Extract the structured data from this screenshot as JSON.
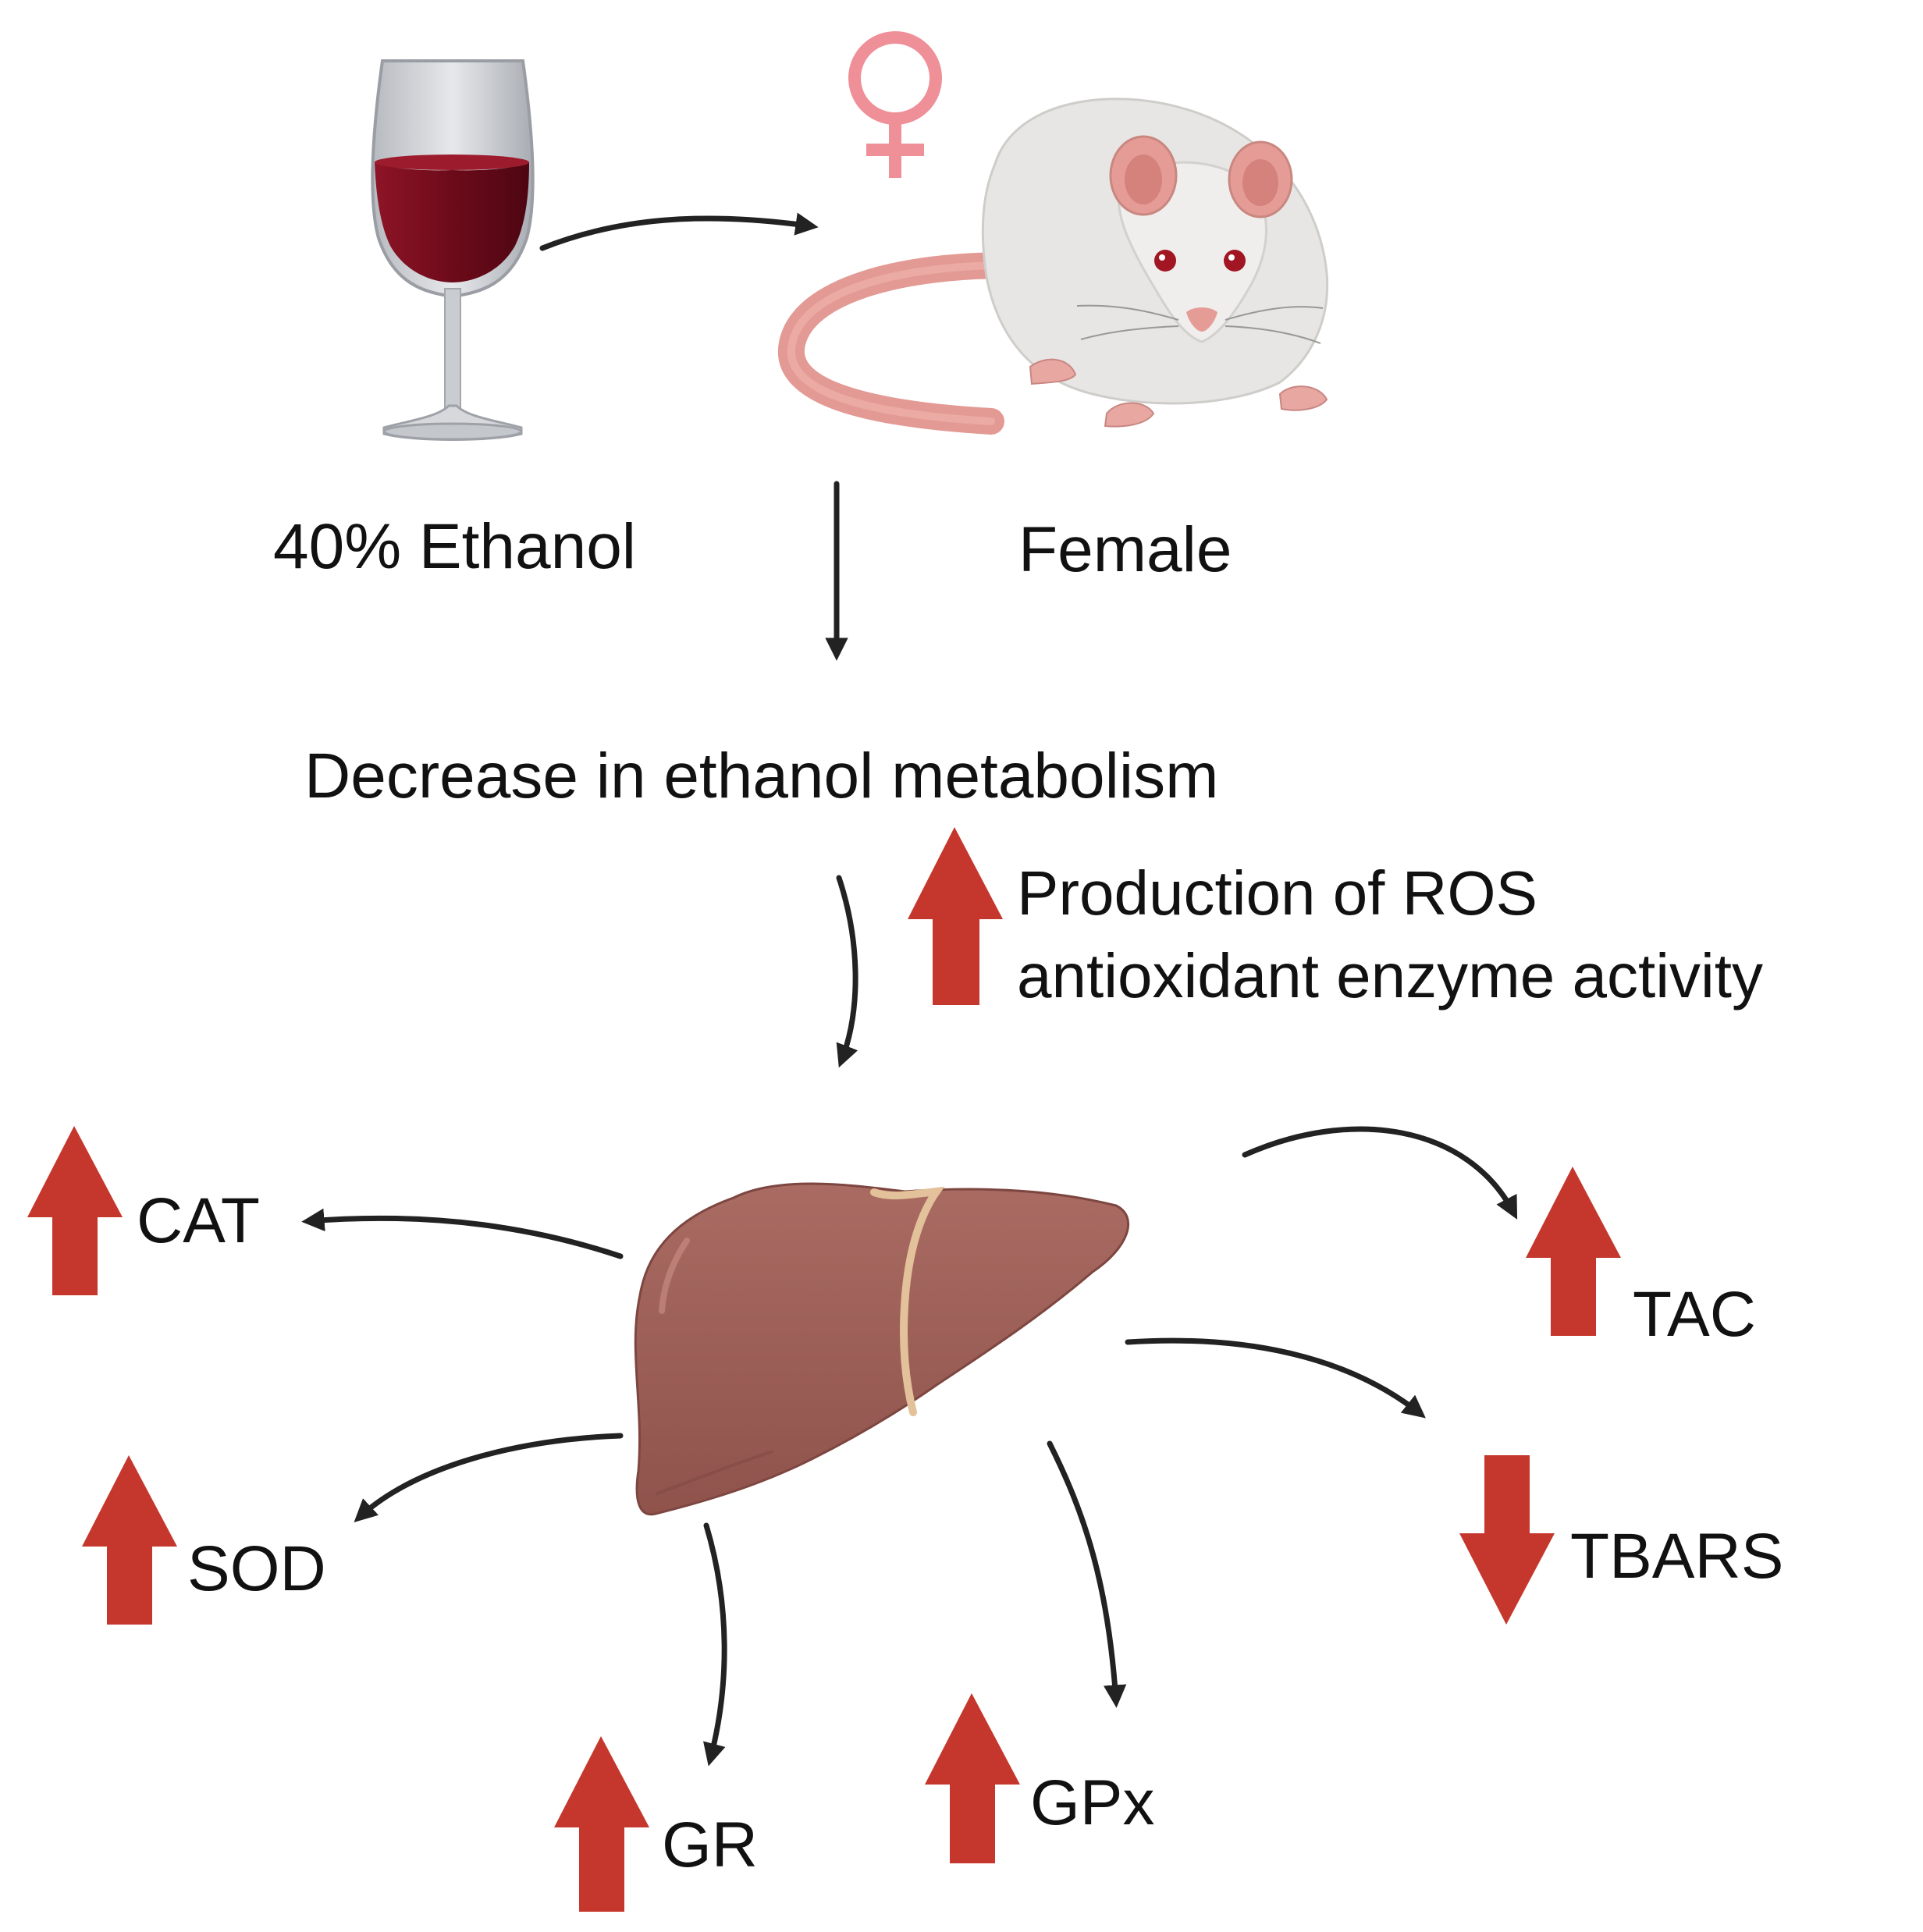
{
  "labels": {
    "ethanol": "40% Ethanol",
    "female": "Female",
    "metabolism": "Decrease in ethanol metabolism",
    "ros_line1": "Production of ROS",
    "ros_line2": "antioxidant enzyme activity",
    "cat": "CAT",
    "sod": "SOD",
    "gr": "GR",
    "gpx": "GPx",
    "tac": "TAC",
    "tbars": "TBARS"
  },
  "direction": {
    "ros": "up",
    "cat": "up",
    "sod": "up",
    "gr": "up",
    "gpx": "up",
    "tac": "up",
    "tbars": "down"
  },
  "colors": {
    "indicator_red": "#c5372c",
    "connector": "#222222",
    "female_symbol": "#ef8f98",
    "wine": "#7a0e1e",
    "liver": "#a0625a",
    "rat_body": "#e7e6e4",
    "rat_tail": "#e39a94"
  }
}
